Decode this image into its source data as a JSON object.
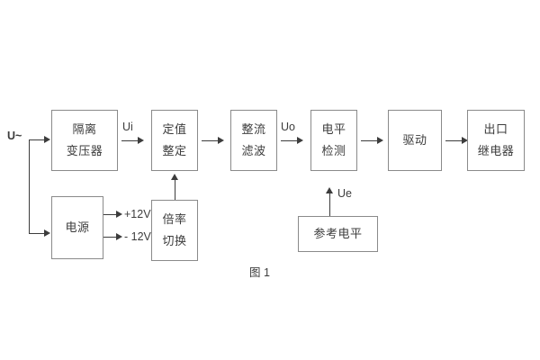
{
  "figure": {
    "caption": "图 1"
  },
  "signals": {
    "input": "U~",
    "ui": "Ui",
    "uo": "Uo",
    "ue": "Ue",
    "pos12v": "+12V",
    "neg12v": "- 12V"
  },
  "blocks": {
    "isolation_transformer": {
      "line1": "隔离",
      "line2": "变压器"
    },
    "setting_value": {
      "line1": "定值",
      "line2": "整定"
    },
    "rectify_filter": {
      "line1": "整流",
      "line2": "滤波"
    },
    "level_detect": {
      "line1": "电平",
      "line2": "检测"
    },
    "drive": {
      "line1": "驱动"
    },
    "output_relay": {
      "line1": "出口",
      "line2": "继电器"
    },
    "power_supply": {
      "line1": "电源"
    },
    "multiplier_switch": {
      "line1": "倍率",
      "line2": "切换"
    },
    "reference_level": {
      "line1": "参考电平"
    }
  },
  "colors": {
    "box_border": "#8a8a8a",
    "connector": "#3c3c3c",
    "text": "#3c3c3c",
    "background": "#ffffff"
  }
}
